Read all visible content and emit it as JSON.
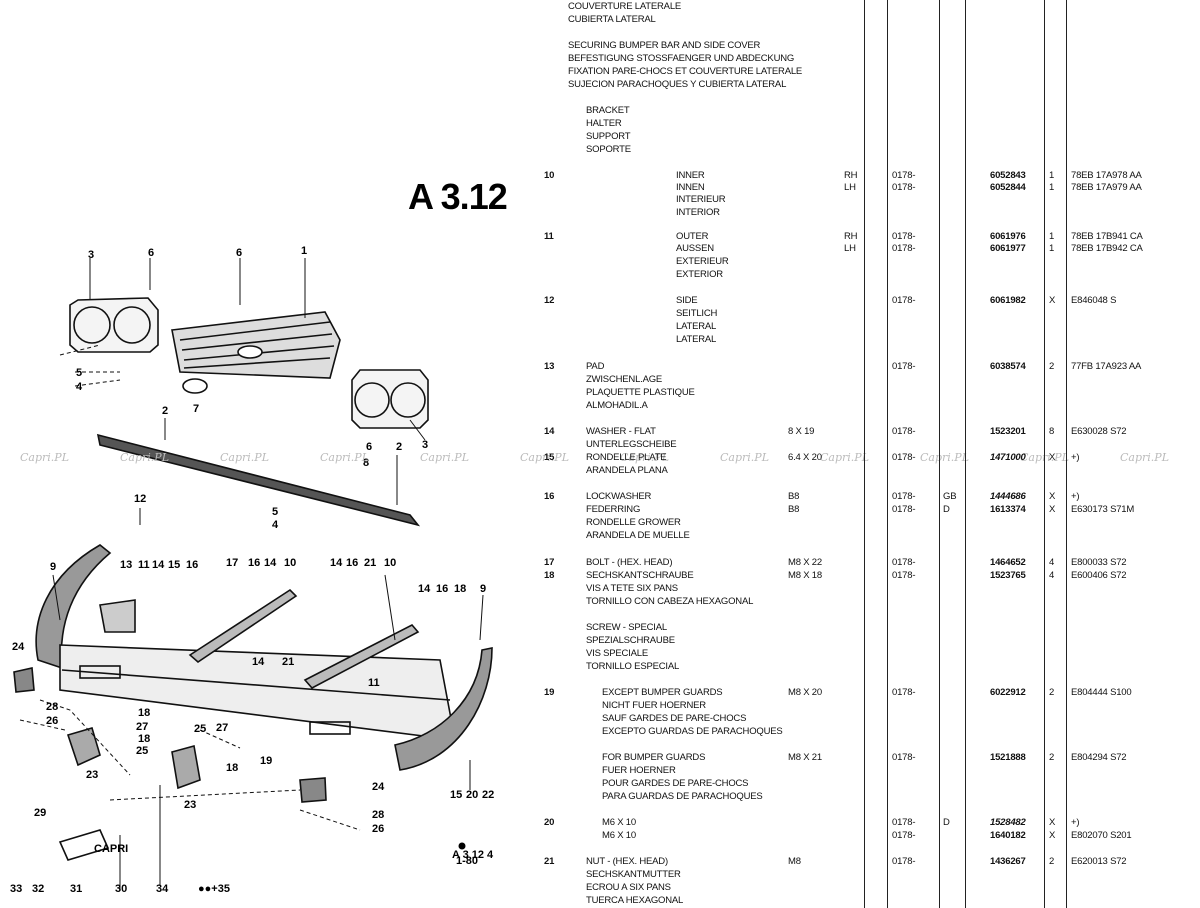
{
  "page_code": "A 3.12",
  "watermark": "Capri.PL",
  "diagram": {
    "callouts": [
      "1",
      "2",
      "3",
      "4",
      "5",
      "6",
      "7",
      "8",
      "9",
      "10",
      "11",
      "12",
      "13",
      "14",
      "15",
      "16",
      "17",
      "18",
      "19",
      "20",
      "21",
      "22",
      "23",
      "24",
      "25",
      "26",
      "27",
      "28",
      "29",
      "30",
      "31",
      "32",
      "33",
      "34",
      "35"
    ],
    "emblem_text": "CAPRI",
    "footnote": "●●+35",
    "ref_stamp_1": "A 3 12 4",
    "ref_stamp_2": "1-80"
  },
  "header_lines": [
    "COUVERTURE LATERALE",
    "CUBIERTA LATERAL"
  ],
  "section_title": [
    "SECURING BUMPER BAR AND SIDE COVER",
    "BEFESTIGUNG STOSSFAENGER UND ABDECKUNG",
    "FIXATION PARE-CHOCS ET COUVERTURE LATERALE",
    "SUJECION PARACHOQUES Y CUBIERTA LATERAL"
  ],
  "groups": {
    "bracket": [
      "BRACKET",
      "HALTER",
      "SUPPORT",
      "SOPORTE"
    ],
    "screw_special": [
      "SCREW - SPECIAL",
      "SPEZIALSCHRAUBE",
      "VIS SPECIALE",
      "TORNILLO ESPECIAL"
    ]
  },
  "rows": {
    "r10": {
      "ref": "10",
      "desc": [
        "INNER",
        "INNEN",
        "INTERIEUR",
        "INTERIOR"
      ],
      "side": [
        "RH",
        "LH"
      ],
      "model": [
        "0178-",
        "0178-"
      ],
      "part": [
        "6052843",
        "6052844"
      ],
      "qty": [
        "1",
        "1"
      ],
      "eng": [
        "78EB 17A978 AA",
        "78EB 17A979 AA"
      ]
    },
    "r11": {
      "ref": "11",
      "desc": [
        "OUTER",
        "AUSSEN",
        "EXTERIEUR",
        "EXTERIOR"
      ],
      "side": [
        "RH",
        "LH"
      ],
      "model": [
        "0178-",
        "0178-"
      ],
      "part": [
        "6061976",
        "6061977"
      ],
      "qty": [
        "1",
        "1"
      ],
      "eng": [
        "78EB 17B941 CA",
        "78EB 17B942 CA"
      ]
    },
    "r12": {
      "ref": "12",
      "desc": [
        "SIDE",
        "SEITLICH",
        "LATERAL",
        "LATERAL"
      ],
      "model": "0178-",
      "part": "6061982",
      "qty": "X",
      "eng": "E846048 S"
    },
    "r13": {
      "ref": "13",
      "desc": [
        "PAD",
        "ZWISCHENL.AGE",
        "PLAQUETTE PLASTIQUE",
        "ALMOHADIL.A"
      ],
      "model": "0178-",
      "part": "6038574",
      "qty": "2",
      "eng": "77FB 17A923 AA"
    },
    "r14": {
      "ref": "14",
      "desc": [
        "WASHER - FLAT",
        "UNTERLEGSCHEIBE"
      ],
      "size": "8 X 19",
      "model": "0178-",
      "part": "1523201",
      "qty": "8",
      "eng": "E630028 S72"
    },
    "r15": {
      "ref": "15",
      "desc": [
        "RONDELLE PLATE",
        "ARANDELA PLANA"
      ],
      "size": "6.4 X 20",
      "model": "0178-",
      "part": "1471000",
      "qty": "X",
      "eng": "+)"
    },
    "r16": {
      "ref": "16",
      "desc": [
        "LOCKWASHER",
        "FEDERRING",
        "RONDELLE GROWER",
        "ARANDELA DE MUELLE"
      ],
      "size": [
        "B8",
        "B8"
      ],
      "model": [
        "0178-",
        "0178-"
      ],
      "code": [
        "GB",
        "D"
      ],
      "part": [
        "1444686",
        "1613374"
      ],
      "qty": [
        "X",
        "X"
      ],
      "eng": [
        "+)",
        "E630173 S71M"
      ]
    },
    "r17": {
      "ref": "17",
      "desc": "BOLT - (HEX. HEAD)",
      "size": "M8 X 22",
      "model": "0178-",
      "part": "1464652",
      "qty": "4",
      "eng": "E800033 S72"
    },
    "r18": {
      "ref": "18",
      "desc": [
        "SECHSKANTSCHRAUBE",
        "VIS A TETE SIX PANS",
        "TORNILLO CON CABEZA HEXAGONAL"
      ],
      "size": "M8 X 18",
      "model": "0178-",
      "part": "1523765",
      "qty": "4",
      "eng": "E600406 S72"
    },
    "r19a": {
      "ref": "19",
      "desc": [
        "EXCEPT BUMPER GUARDS",
        "NICHT FUER HOERNER",
        "SAUF GARDES DE PARE-CHOCS",
        "EXCEPTO GUARDAS DE PARACHOQUES"
      ],
      "size": "M8 X 20",
      "model": "0178-",
      "part": "6022912",
      "qty": "2",
      "eng": "E804444 S100"
    },
    "r19b": {
      "desc": [
        "FOR BUMPER GUARDS",
        "FUER HOERNER",
        "POUR GARDES DE PARE-CHOCS",
        "PARA GUARDAS DE PARACHOQUES"
      ],
      "size": "M8 X 21",
      "model": "0178-",
      "part": "1521888",
      "qty": "2",
      "eng": "E804294 S72"
    },
    "r20": {
      "ref": "20",
      "desc": [
        "M6 X 10",
        "M6 X 10"
      ],
      "model": [
        "0178-",
        "0178-"
      ],
      "code": "D",
      "part": [
        "1528482",
        "1640182"
      ],
      "qty": [
        "X",
        "X"
      ],
      "eng": [
        "+)",
        "E802070 S201"
      ]
    },
    "r21": {
      "ref": "21",
      "desc": [
        "NUT - (HEX. HEAD)",
        "SECHSKANTMUTTER",
        "ECROU A SIX PANS",
        "TUERCA HEXAGONAL"
      ],
      "size": "M8",
      "model": "0178-",
      "part": "1436267",
      "qty": "2",
      "eng": "E620013 S72"
    }
  }
}
